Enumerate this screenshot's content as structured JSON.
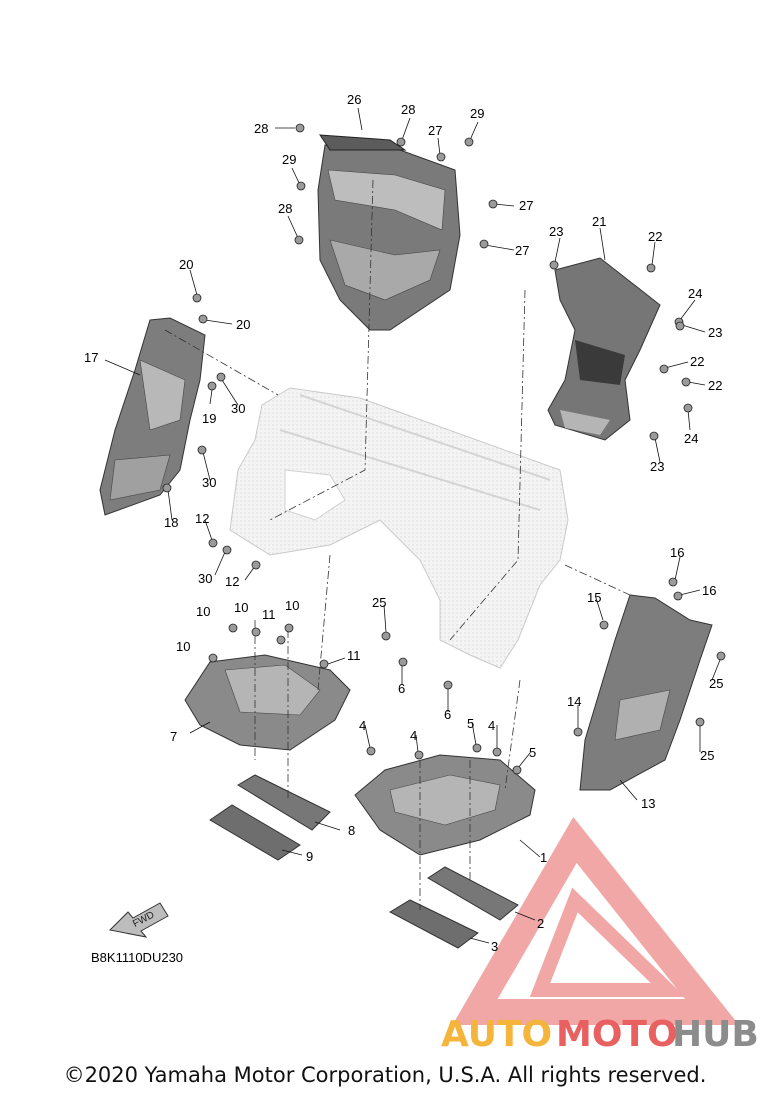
{
  "diagram": {
    "part_numbers": [
      "1",
      "2",
      "3",
      "4",
      "4",
      "4",
      "5",
      "5",
      "6",
      "6",
      "7",
      "8",
      "9",
      "10",
      "10",
      "10",
      "10",
      "11",
      "11",
      "12",
      "12",
      "13",
      "14",
      "15",
      "16",
      "16",
      "17",
      "18",
      "19",
      "20",
      "20",
      "21",
      "22",
      "22",
      "22",
      "23",
      "23",
      "23",
      "24",
      "24",
      "25",
      "25",
      "25",
      "26",
      "27",
      "27",
      "27",
      "28",
      "28",
      "28",
      "29",
      "29",
      "30",
      "30",
      "30"
    ],
    "diagram_code": "B8K1110DU230",
    "fwd_label": "FWD"
  },
  "watermark": {
    "part1": "AUTO",
    "part2": "MOTO",
    "part3": "HUB",
    "color1": "#f5b43c",
    "color2": "#e86060",
    "color3": "#8c8c8c"
  },
  "footer": {
    "copyright": "©2020 Yamaha Motor Corporation, U.S.A. All rights reserved."
  }
}
